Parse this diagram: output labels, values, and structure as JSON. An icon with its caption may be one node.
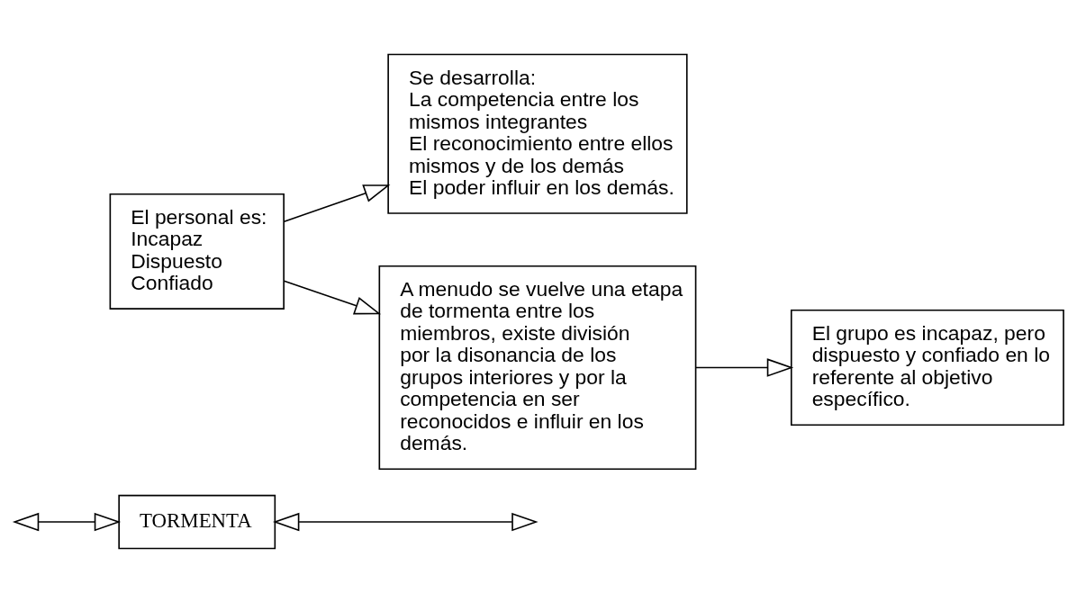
{
  "diagram": {
    "nodes": [
      {
        "text": [
          "TORMENTA"
        ]
      },
      {
        "text": [
          "El personal es:",
          "Incapaz",
          "Dispuesto",
          "Confiado"
        ]
      },
      {
        "text": [
          "Se desarrolla:",
          "La competencia entre los mismos integrantes",
          "El reconocimiento entre ellos mismos y de los demás",
          "El poder influir en los demás."
        ]
      },
      {
        "text": [
          "A menudo se vuelve una etapa de tormenta entre los miembros, existe división por la disonancia de los grupos interiores y por la competencia en ser reconocidos e influir en los demás."
        ]
      },
      {
        "text": [
          "El grupo es incapaz, pero dispuesto y confiado en lo referente al objetivo específico."
        ]
      }
    ],
    "edges": [
      {
        "from": null,
        "to": 0,
        "arrow": "both"
      },
      {
        "from": 0,
        "to": null,
        "arrow": "both"
      },
      {
        "from": 1,
        "to": 2,
        "arrow": "to"
      },
      {
        "from": 1,
        "to": 3,
        "arrow": "to"
      },
      {
        "from": 3,
        "to": 4,
        "arrow": "to"
      }
    ]
  }
}
